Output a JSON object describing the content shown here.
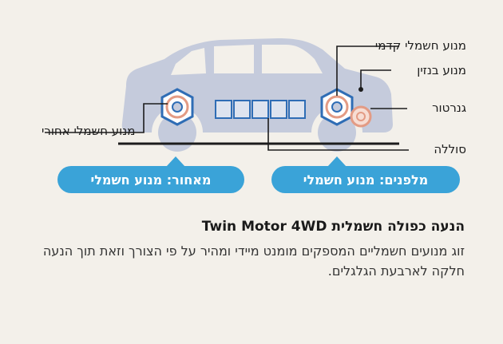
{
  "labels": {
    "front_electric_motor": "מנוע חשמלי קדמי",
    "gasoline_engine": "מנוע בנזין",
    "generator": "גנרטור",
    "rear_electric_motor": "מנוע חשמלי אחורי",
    "battery": "סוללה"
  },
  "badges": {
    "rear": "מאחור: מנוע חשמלי",
    "front": "מלפנים: מנוע חשמלי"
  },
  "heading": {
    "hebrew": "הנעה כפולה חשמלית",
    "english": "Twin Motor 4WD"
  },
  "description": "זוג מנועים חשמליים המספקים מומנט מיידי ומהיר על פי הצורך וזאת תוך הנעה חלקה לארבעת הגלגלים.",
  "colors": {
    "background": "#f3f0ea",
    "car": "#c5cbdc",
    "accent_blue": "#3aa3d8",
    "motor_outline": "#2f6db5",
    "generator_outline": "#e39b84",
    "line": "#1c1c1c"
  }
}
